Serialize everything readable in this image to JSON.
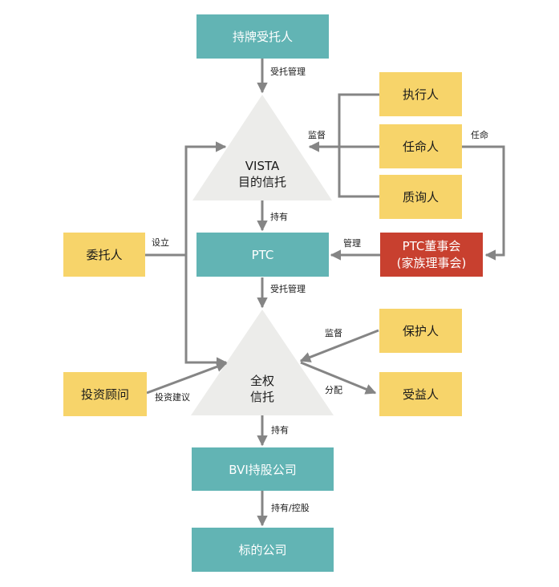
{
  "diagram": {
    "nodes": {
      "licensed_trustee": "持牌受托人",
      "vista_trust": {
        "line1": "VISTA",
        "line2": "目的信托"
      },
      "executor": "执行人",
      "appointer": "任命人",
      "inquirer": "质询人",
      "settlor": "委托人",
      "ptc": "PTC",
      "ptc_board": {
        "line1": "PTC董事会",
        "line2": "(家族理事会)"
      },
      "discretionary_trust": {
        "line1": "全权",
        "line2": "信托"
      },
      "protector": "保护人",
      "beneficiary": "受益人",
      "investment_advisor": "投资顾问",
      "bvi_holding": "BVI持股公司",
      "target_company": "标的公司"
    },
    "edges": {
      "trustee_to_vista": "受托管理",
      "supervise_vista": "监督",
      "appoint": "任命",
      "vista_holds": "持有",
      "establish": "设立",
      "manage": "管理",
      "ptc_trustee_manage": "受托管理",
      "supervise_trust": "监督",
      "distribute": "分配",
      "investment_advice": "投资建议",
      "trust_holds": "持有",
      "hold_control": "持有/控股"
    },
    "colors": {
      "teal": "#62b4b4",
      "yellow": "#f7d46a",
      "red": "#c8402f",
      "triangle": "#ececea",
      "connector": "#858585"
    }
  }
}
